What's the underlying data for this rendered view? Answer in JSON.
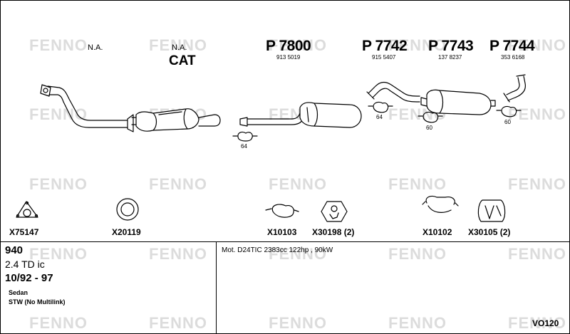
{
  "watermark": "FENNO",
  "top_row": {
    "na_left": "N.A.",
    "na_cat": "N.A.",
    "cat": "CAT",
    "parts": [
      {
        "number": "P 7800",
        "ref": "913 5019"
      },
      {
        "number": "P 7742",
        "ref": "915 5407"
      },
      {
        "number": "P 7743",
        "ref": "137 8237"
      },
      {
        "number": "P 7744",
        "ref": "353 6168"
      }
    ],
    "clamp_qty": [
      "64",
      "64",
      "60",
      "60"
    ]
  },
  "accessories": [
    {
      "code": "X75147"
    },
    {
      "code": "X20119"
    },
    {
      "code": "X10103"
    },
    {
      "code": "X30198 (2)"
    },
    {
      "code": "X10102"
    },
    {
      "code": "X30105 (2)"
    }
  ],
  "info": {
    "model": "940",
    "engine": "2.4 TD ic",
    "years": "10/92 - 97",
    "body1": "Sedan",
    "body2": "STW (No Multilink)",
    "motor": "Mot. D24TIC 2383cc 122hp , 90kW",
    "code": "VO120"
  }
}
